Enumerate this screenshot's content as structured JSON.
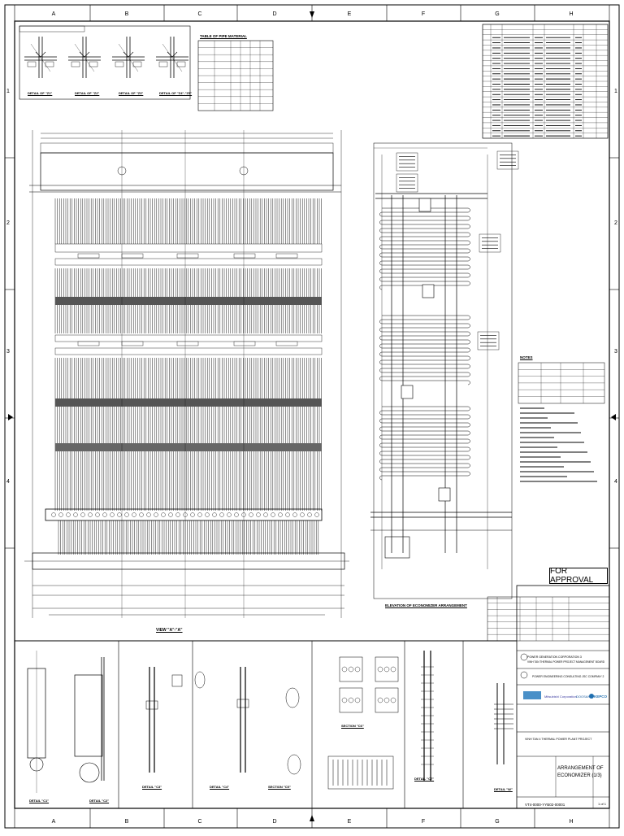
{
  "sheet": {
    "columns": [
      "A",
      "B",
      "C",
      "D",
      "E",
      "F",
      "G",
      "H"
    ],
    "rows": [
      "1",
      "2",
      "3",
      "4"
    ]
  },
  "stamp": {
    "label": "FOR APPROVAL"
  },
  "title_block": {
    "project": "VINH TAN 4 THERMAL POWER PLANT PROJECT",
    "drawing_title_1": "ARRANGEMENT OF",
    "drawing_title_2": "ECONOMIZER (1/3)",
    "drawing_number": "VT4-0000-YYB02-00001",
    "sheet": "1 of 1",
    "owner_1": "POWER GENERATION CORPORATION 3",
    "owner_2": "VINH TAN THERMAL POWER PROJECT MANAGEMENT BOARD",
    "consultant": "POWER ENGINEERING CONSULTING JSC COMPANY 2",
    "contractors": [
      "Mitsubishi Corporation",
      "DOOSAN",
      "KEPCO"
    ]
  },
  "views": {
    "main_view": "VIEW \"A\"-\"A\"",
    "side_view": "ELEVATION OF ECONOMIZER ARRANGEMENT",
    "details_top": [
      "DETAIL OF \"Z1\"",
      "DETAIL OF \"Z2\"",
      "DETAIL OF \"Z3\"",
      "DETAIL OF \"Z4\"-\"Z5\""
    ],
    "details_bottom": [
      "DETAIL \"C1\"",
      "DETAIL \"C2\"",
      "DETAIL \"C3\"",
      "DETAIL \"C4\"",
      "SECTION \"C5\"",
      "SECTION \"C6\"",
      "DETAIL \"C7\"",
      "DETAIL \"W\""
    ]
  },
  "tables": {
    "pipe_table_title": "TABLE OF PIPE MATERIAL",
    "notes_title": "NOTES"
  }
}
